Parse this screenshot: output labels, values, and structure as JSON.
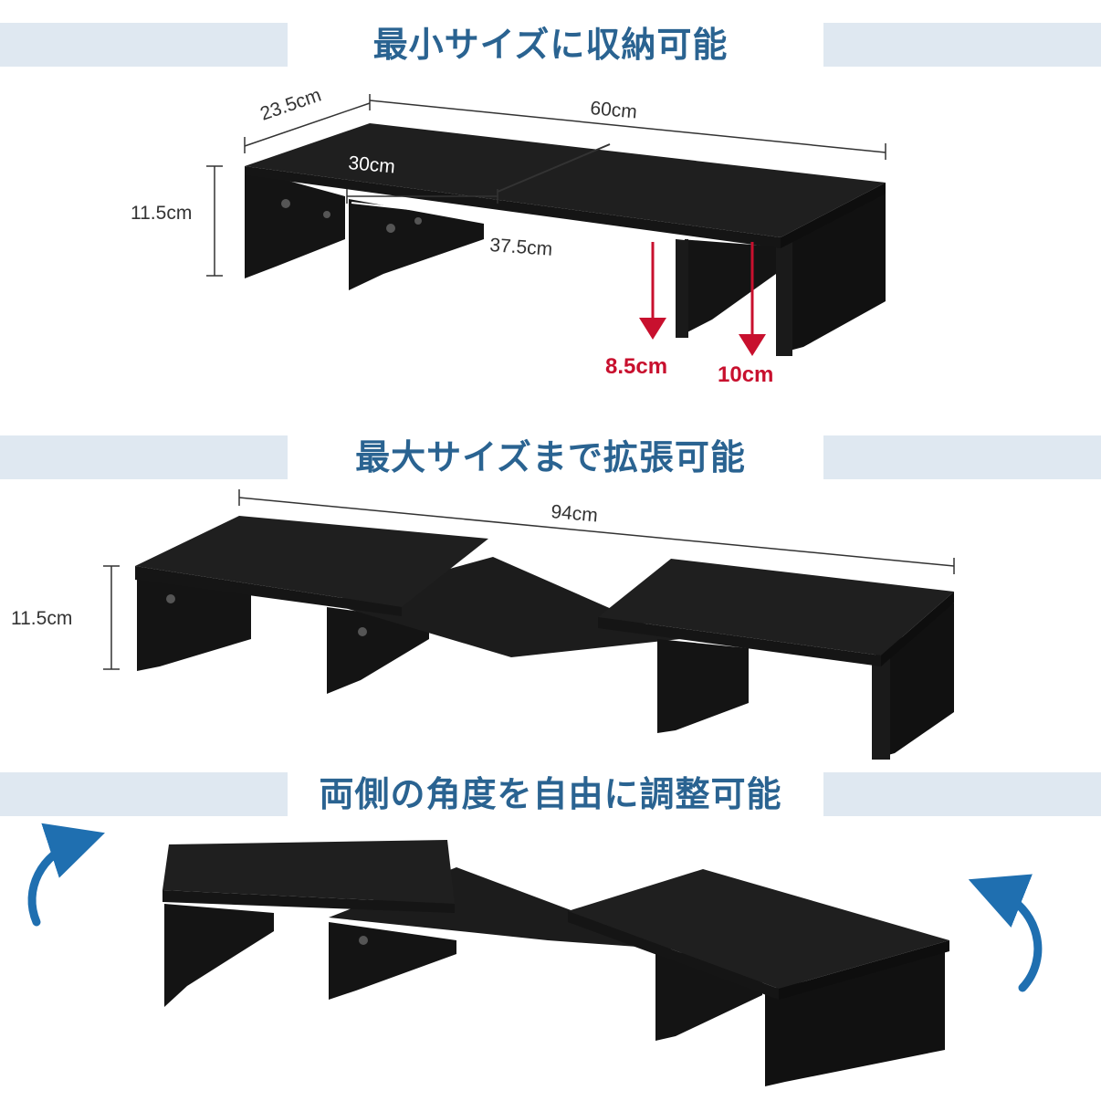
{
  "colors": {
    "band": "#dfe8f1",
    "title": "#2a6391",
    "dimension": "#333333",
    "arrow_red": "#c8102e",
    "arrow_blue": "#1f6fb0",
    "wood_top": "#1d1d1d",
    "wood_front": "#161616",
    "wood_side": "#0f0f0f"
  },
  "sections": {
    "min": {
      "title": "最小サイズに収納可能",
      "depth": "23.5cm",
      "width": "60cm",
      "height": "11.5cm",
      "top_segment": "30cm",
      "inner_segment": "37.5cm",
      "clearance_left": "8.5cm",
      "clearance_right": "10cm"
    },
    "max": {
      "title": "最大サイズまで拡張可能",
      "width": "94cm",
      "height": "11.5cm"
    },
    "angle": {
      "title": "両側の角度を自由に調整可能"
    }
  }
}
